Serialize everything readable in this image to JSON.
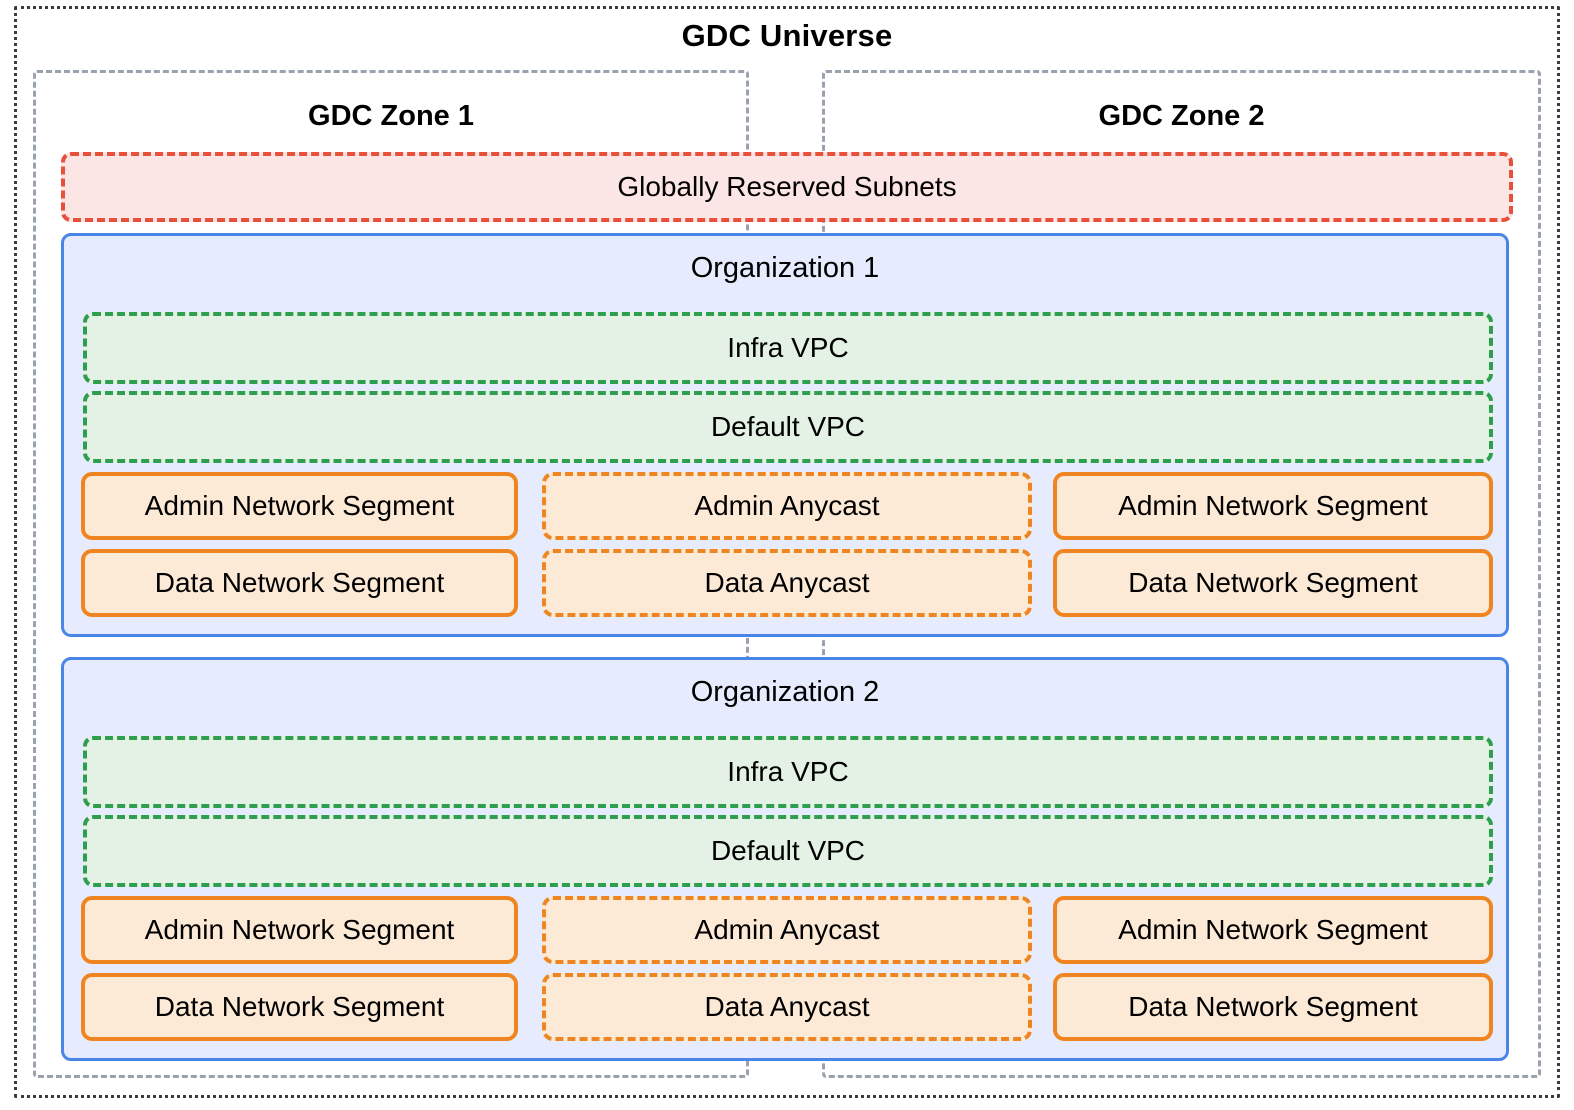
{
  "diagram": {
    "title": "GDC Universe",
    "zones": [
      {
        "id": "zone-1",
        "label": "GDC Zone 1"
      },
      {
        "id": "zone-2",
        "label": "GDC Zone 2"
      }
    ],
    "globally_reserved_subnets": {
      "label": "Globally Reserved Subnets"
    },
    "organizations": [
      {
        "id": "organization-1",
        "label": "Organization 1",
        "vpcs": [
          {
            "id": "infra-vpc",
            "label": "Infra VPC"
          },
          {
            "id": "default-vpc",
            "label": "Default VPC"
          }
        ],
        "zone1_segments": [
          {
            "id": "admin-network-segment",
            "label": "Admin Network Segment"
          },
          {
            "id": "data-network-segment",
            "label": "Data Network Segment"
          }
        ],
        "anycast": [
          {
            "id": "admin-anycast",
            "label": "Admin Anycast"
          },
          {
            "id": "data-anycast",
            "label": "Data Anycast"
          }
        ],
        "zone2_segments": [
          {
            "id": "admin-network-segment",
            "label": "Admin Network Segment"
          },
          {
            "id": "data-network-segment",
            "label": "Data Network Segment"
          }
        ]
      },
      {
        "id": "organization-2",
        "label": "Organization 2",
        "vpcs": [
          {
            "id": "infra-vpc",
            "label": "Infra VPC"
          },
          {
            "id": "default-vpc",
            "label": "Default VPC"
          }
        ],
        "zone1_segments": [
          {
            "id": "admin-network-segment",
            "label": "Admin Network Segment"
          },
          {
            "id": "data-network-segment",
            "label": "Data Network Segment"
          }
        ],
        "anycast": [
          {
            "id": "admin-anycast",
            "label": "Admin Anycast"
          },
          {
            "id": "data-anycast",
            "label": "Data Anycast"
          }
        ],
        "zone2_segments": [
          {
            "id": "admin-network-segment",
            "label": "Admin Network Segment"
          },
          {
            "id": "data-network-segment",
            "label": "Data Network Segment"
          }
        ]
      }
    ],
    "colors": {
      "universe_border": "#3d3d3d",
      "zone_border": "#9aa3ad",
      "reserved_border": "#e8503c",
      "reserved_fill": "#fbe5e5",
      "org_border": "#4a86e8",
      "org_fill": "#e6ecfd",
      "vpc_border": "#2e9e4f",
      "vpc_fill": "#e4f2e6",
      "segment_border": "#ef8521",
      "segment_fill": "#fcead7",
      "text": "#000000"
    }
  }
}
